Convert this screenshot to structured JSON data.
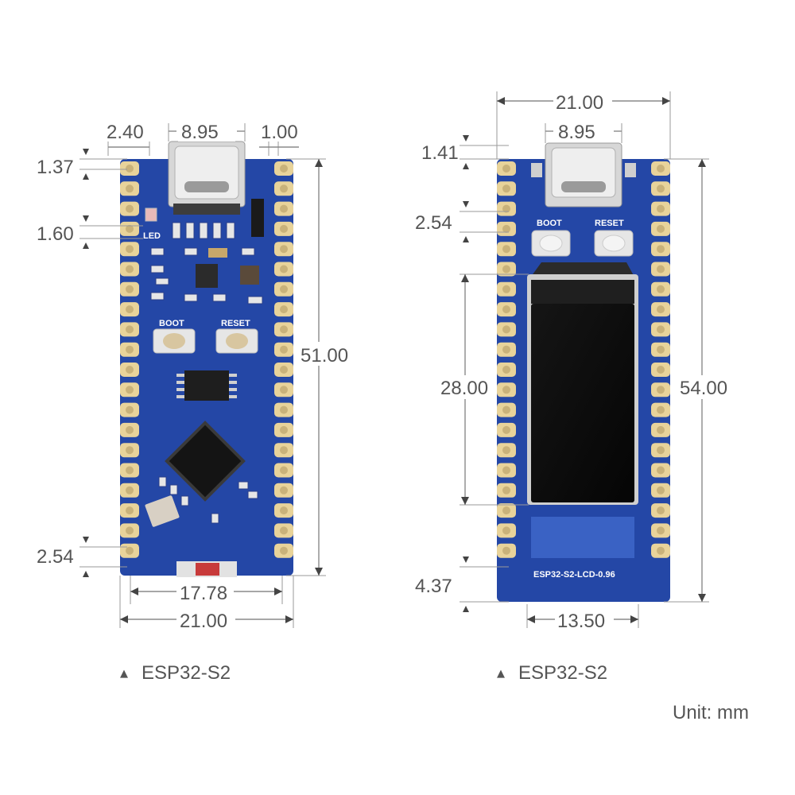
{
  "boards": [
    {
      "caption": "ESP32-S2",
      "caption_marker": "▲",
      "labels": {
        "led": "LED",
        "boot": "BOOT",
        "reset": "RESET"
      },
      "dims": {
        "top_left": "2.40",
        "usb_width": "8.95",
        "top_right": "1.00",
        "first_pin": "1.37",
        "led_offset": "1.60",
        "height": "51.00",
        "pin_pitch": "2.54",
        "pin_span": "17.78",
        "width": "21.00"
      }
    },
    {
      "caption": "ESP32-S2",
      "caption_marker": "▲",
      "labels": {
        "boot": "BOOT",
        "reset": "RESET",
        "model": "ESP32-S2-LCD-0.96"
      },
      "dims": {
        "width": "21.00",
        "usb_width": "8.95",
        "first_pin": "1.41",
        "pin_pitch": "2.54",
        "lcd_height": "28.00",
        "height": "54.00",
        "bottom_offset": "4.37",
        "lcd_width": "13.50"
      }
    }
  ],
  "unit_label": "Unit: mm",
  "colors": {
    "pcb": "#2447a6",
    "pcb_light": "#3a62c4",
    "pad": "#e8d39a",
    "pad_hole": "#c9b27a",
    "lcd": "#0c0c0c",
    "dimension_text": "#555555"
  }
}
